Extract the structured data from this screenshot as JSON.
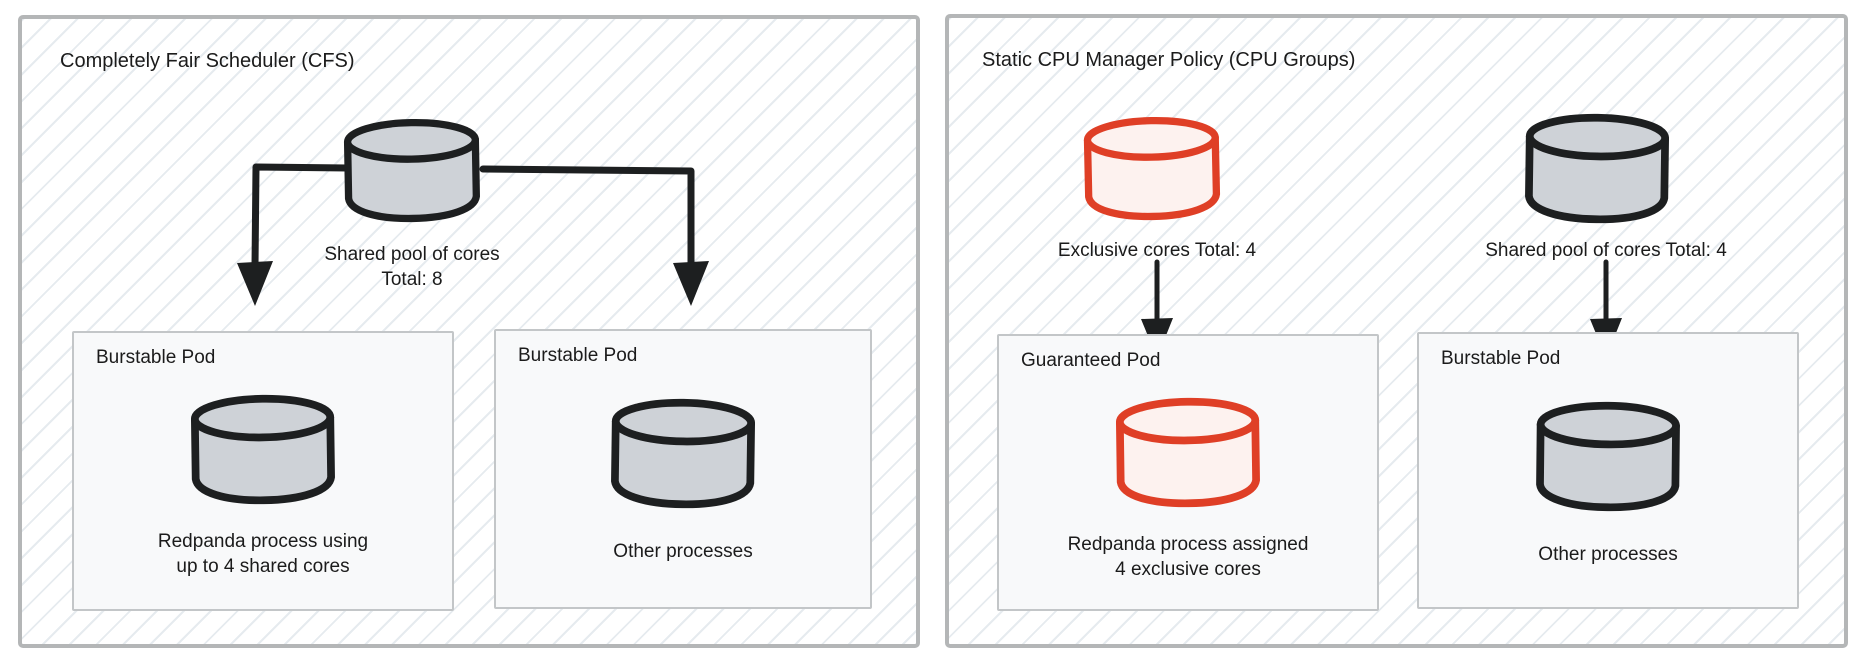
{
  "diagram": {
    "left_panel": {
      "title": "Completely Fair Scheduler (CFS)",
      "source_cylinder": {
        "label_line1": "Shared pool of cores",
        "label_line2": "Total: 8",
        "color": "gray"
      },
      "pods": [
        {
          "title": "Burstable Pod",
          "caption_line1": "Redpanda process using",
          "caption_line2": "up to 4 shared cores",
          "cylinder_color": "gray"
        },
        {
          "title": "Burstable Pod",
          "caption_line1": "Other processes",
          "cylinder_color": "gray"
        }
      ]
    },
    "right_panel": {
      "title": "Static CPU Manager Policy (CPU Groups)",
      "source_cylinders": [
        {
          "label": "Exclusive cores Total: 4",
          "color": "red"
        },
        {
          "label": "Shared pool of cores Total: 4",
          "color": "gray"
        }
      ],
      "pods": [
        {
          "title": "Guaranteed Pod",
          "caption_line1": "Redpanda process assigned",
          "caption_line2": "4 exclusive cores",
          "cylinder_color": "red"
        },
        {
          "title": "Burstable Pod",
          "caption_line1": "Other processes",
          "cylinder_color": "gray"
        }
      ]
    },
    "colors": {
      "exclusive_accent": "#df3f26",
      "exclusive_fill": "#fdf2ef",
      "shared_fill": "#ced2d7",
      "stroke_dark": "#1d1f20",
      "panel_border": "#b4b6b7",
      "pod_background": "#f8f9fa",
      "pod_border": "#c3c6c8",
      "hatch_line": "#d2dbe2",
      "text": "#1b1b1b"
    }
  }
}
